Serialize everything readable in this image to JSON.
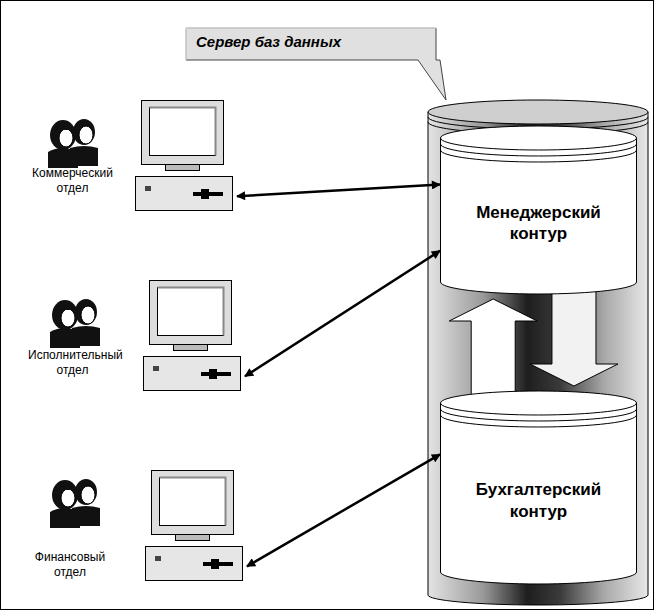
{
  "diagram": {
    "nodes": [
      {
        "text": [
          "Сервер баз данных"
        ]
      },
      {
        "text": [
          "Менеджерский контур"
        ],
        "in": 0
      },
      {
        "text": [
          "Бухгалтерский контур"
        ],
        "in": 0
      },
      {
        "text": [
          "Коммерческий отдел"
        ]
      },
      {
        "text": [
          "Исполнительный отдел"
        ]
      },
      {
        "text": [
          "Финансовый отдел"
        ]
      }
    ],
    "edges": [
      {
        "from": 3,
        "to": 1,
        "arrow": "both"
      },
      {
        "from": 4,
        "to": 1,
        "arrow": "both"
      },
      {
        "from": 5,
        "to": 2,
        "arrow": "both"
      },
      {
        "from": 2,
        "to": 1,
        "arrow": "to"
      },
      {
        "from": 1,
        "to": 2,
        "arrow": "to"
      }
    ]
  }
}
